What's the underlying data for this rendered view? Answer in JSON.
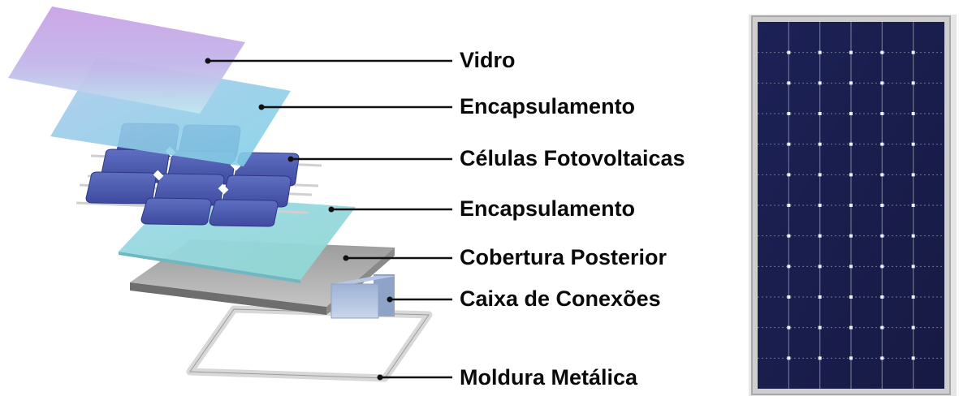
{
  "diagram": {
    "layers": [
      {
        "id": "vidro",
        "label": "Vidro"
      },
      {
        "id": "encapsulamento-top",
        "label": "Encapsulamento"
      },
      {
        "id": "celulas",
        "label": "Células Fotovoltaicas"
      },
      {
        "id": "encapsulamento-bottom",
        "label": "Encapsulamento"
      },
      {
        "id": "cobertura",
        "label": "Cobertura Posterior"
      },
      {
        "id": "caixa",
        "label": "Caixa de Conexões"
      },
      {
        "id": "moldura",
        "label": "Moldura Metálica"
      }
    ]
  },
  "panel_photo": {
    "cell_rows": 12,
    "cell_cols": 6,
    "colors": {
      "frame": "#c9c9c9",
      "cell": "#1b1f4e",
      "grid": "#6f7390"
    }
  }
}
